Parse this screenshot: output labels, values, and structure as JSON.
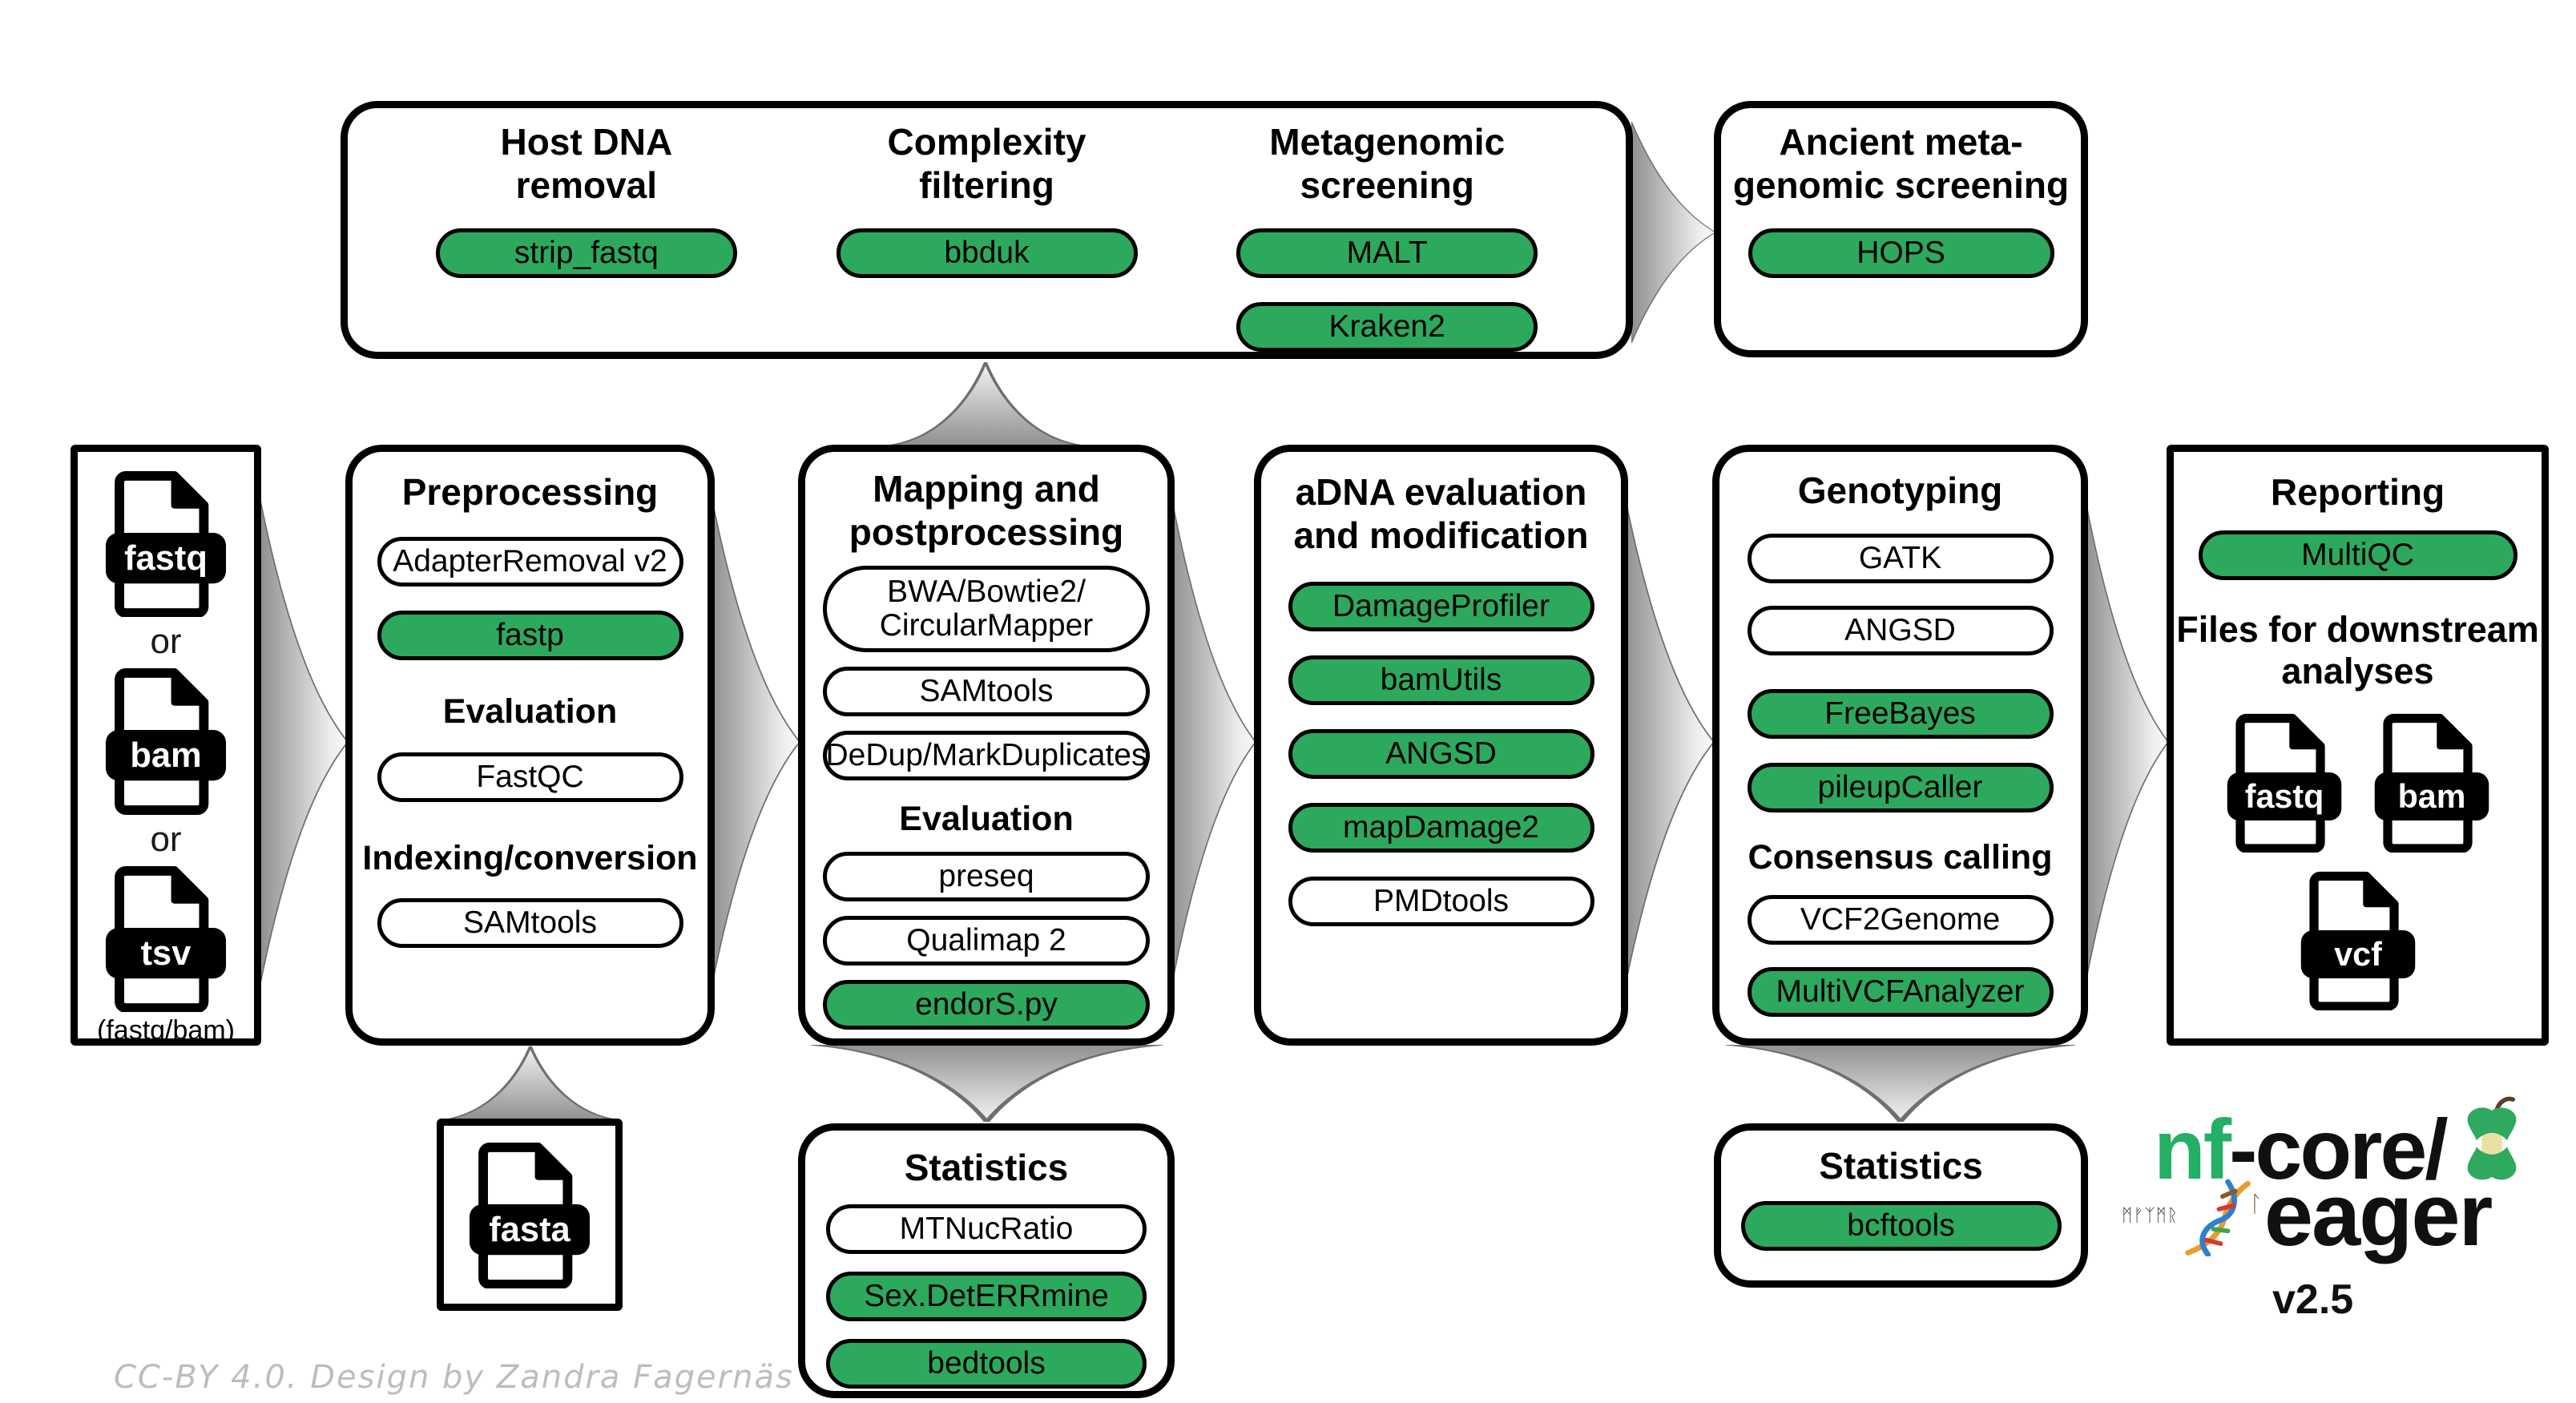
{
  "colors": {
    "pill_green": "#2da95e",
    "logo_green": "#24b064"
  },
  "top_box": {
    "sections": [
      {
        "title": "Host DNA\nremoval",
        "pills": [
          {
            "label": "strip_fastq"
          }
        ]
      },
      {
        "title": "Complexity\nfiltering",
        "pills": [
          {
            "label": "bbduk"
          }
        ]
      },
      {
        "title": "Metagenomic\nscreening",
        "pills": [
          {
            "label": "MALT"
          },
          {
            "label": "Kraken2"
          }
        ]
      }
    ]
  },
  "ancient_box": {
    "title": "Ancient meta-\ngenomic screening",
    "pills": [
      {
        "label": "HOPS"
      }
    ]
  },
  "input_box": {
    "files": [
      {
        "label": "fastq"
      },
      {
        "label": "bam"
      },
      {
        "label": "tsv"
      }
    ],
    "or": "or",
    "caption": "(fastq/bam)"
  },
  "preprocessing": {
    "title": "Preprocessing",
    "pills": [
      {
        "label": "AdapterRemoval v2"
      },
      {
        "label": "fastp"
      }
    ],
    "evaluation_heading": "Evaluation",
    "evaluation_pills": [
      {
        "label": "FastQC"
      }
    ],
    "indexing_heading": "Indexing/conversion",
    "indexing_pills": [
      {
        "label": "SAMtools"
      }
    ]
  },
  "mapping": {
    "title": "Mapping and\npostprocessing",
    "pills": [
      {
        "label": "BWA/Bowtie2/\nCircularMapper"
      },
      {
        "label": "SAMtools"
      },
      {
        "label": "DeDup/MarkDuplicates"
      }
    ],
    "evaluation_heading": "Evaluation",
    "evaluation_pills": [
      {
        "label": "preseq"
      },
      {
        "label": "Qualimap 2"
      },
      {
        "label": "endorS.py"
      }
    ]
  },
  "adna": {
    "title": "aDNA evaluation\nand modification",
    "pills": [
      {
        "label": "DamageProfiler"
      },
      {
        "label": "bamUtils"
      },
      {
        "label": "ANGSD"
      },
      {
        "label": "mapDamage2"
      },
      {
        "label": "PMDtools"
      }
    ]
  },
  "genotyping": {
    "title": "Genotyping",
    "pills": [
      {
        "label": "GATK"
      },
      {
        "label": "ANGSD"
      },
      {
        "label": "FreeBayes"
      },
      {
        "label": "pileupCaller"
      }
    ],
    "consensus_heading": "Consensus calling",
    "consensus_pills": [
      {
        "label": "VCF2Genome"
      },
      {
        "label": "MultiVCFAnalyzer"
      }
    ]
  },
  "reporting": {
    "title": "Reporting",
    "pills": [
      {
        "label": "MultiQC"
      }
    ],
    "files_heading": "Files for downstream\nanalyses",
    "files": [
      {
        "label": "fastq"
      },
      {
        "label": "bam"
      },
      {
        "label": "vcf"
      }
    ]
  },
  "fasta_box": {
    "file": "fasta"
  },
  "stats_mapping": {
    "title": "Statistics",
    "pills": [
      {
        "label": "MTNucRatio"
      },
      {
        "label": "Sex.DetERRmine"
      },
      {
        "label": "bedtools"
      }
    ]
  },
  "stats_genotyping": {
    "title": "Statistics",
    "pills": [
      {
        "label": "bcftools"
      }
    ]
  },
  "logo": {
    "nf": "nf",
    "core": "-core/",
    "eager": "eager",
    "version": "v2.5",
    "runes": "ᛗᚠᛉᛗᚱ",
    "rune_l": "ᛚ"
  },
  "footer": {
    "credit": "CC-BY 4.0. Design by Zandra Fagernäs"
  }
}
